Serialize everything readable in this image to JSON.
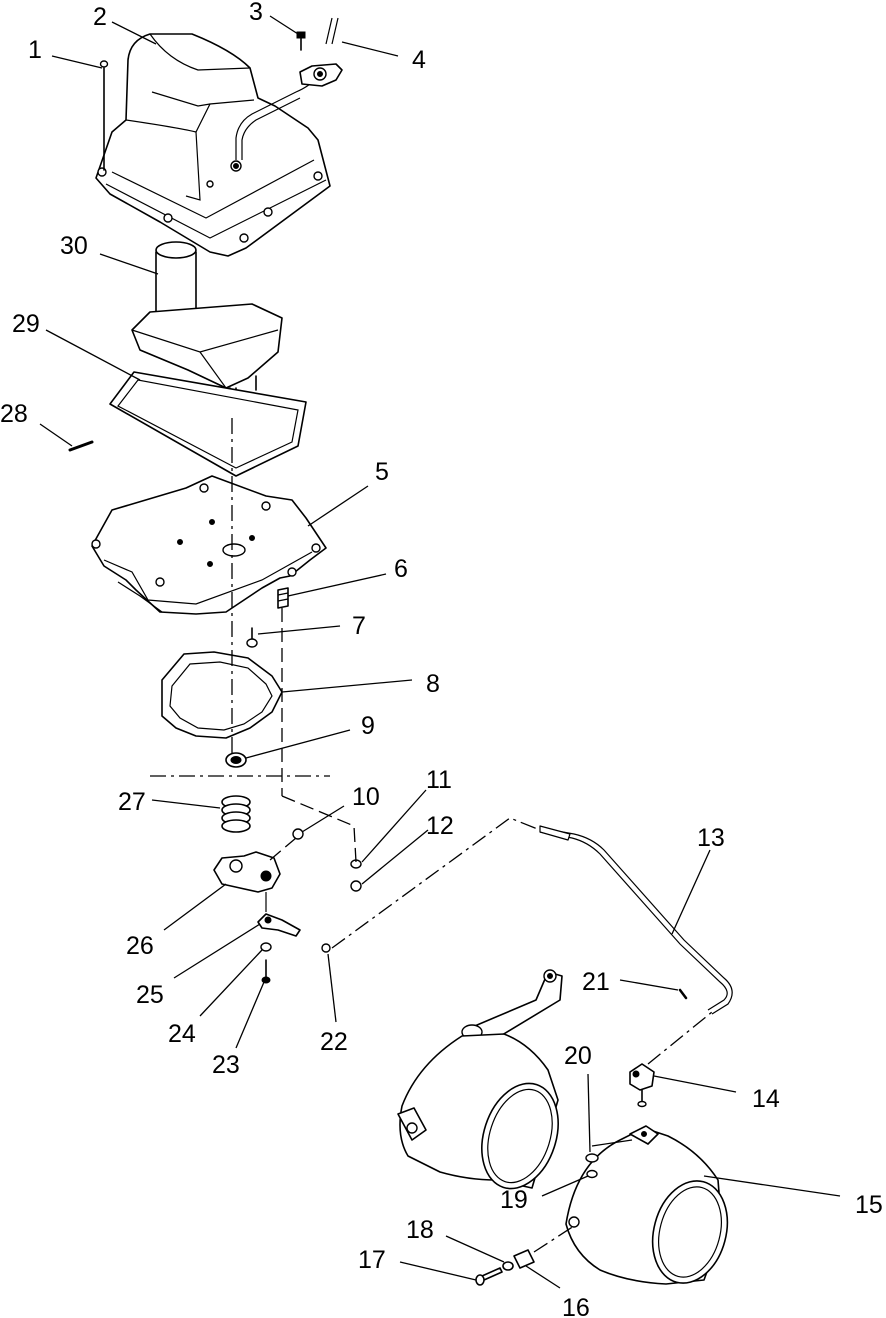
{
  "diagram": {
    "callouts": [
      {
        "id": "p1",
        "label": "1"
      },
      {
        "id": "p2",
        "label": "2"
      },
      {
        "id": "p3",
        "label": "3"
      },
      {
        "id": "p4",
        "label": "4"
      },
      {
        "id": "p5",
        "label": "5"
      },
      {
        "id": "p6",
        "label": "6"
      },
      {
        "id": "p7",
        "label": "7"
      },
      {
        "id": "p8",
        "label": "8"
      },
      {
        "id": "p9",
        "label": "9"
      },
      {
        "id": "p10",
        "label": "10"
      },
      {
        "id": "p11",
        "label": "11"
      },
      {
        "id": "p12",
        "label": "12"
      },
      {
        "id": "p13",
        "label": "13"
      },
      {
        "id": "p14",
        "label": "14"
      },
      {
        "id": "p15",
        "label": "15"
      },
      {
        "id": "p16",
        "label": "16"
      },
      {
        "id": "p17",
        "label": "17"
      },
      {
        "id": "p18",
        "label": "18"
      },
      {
        "id": "p19",
        "label": "19"
      },
      {
        "id": "p20",
        "label": "20"
      },
      {
        "id": "p21",
        "label": "21"
      },
      {
        "id": "p22",
        "label": "22"
      },
      {
        "id": "p23",
        "label": "23"
      },
      {
        "id": "p24",
        "label": "24"
      },
      {
        "id": "p25",
        "label": "25"
      },
      {
        "id": "p26",
        "label": "26"
      },
      {
        "id": "p27",
        "label": "27"
      },
      {
        "id": "p28",
        "label": "28"
      },
      {
        "id": "p29",
        "label": "29"
      },
      {
        "id": "p30",
        "label": "30"
      }
    ]
  }
}
